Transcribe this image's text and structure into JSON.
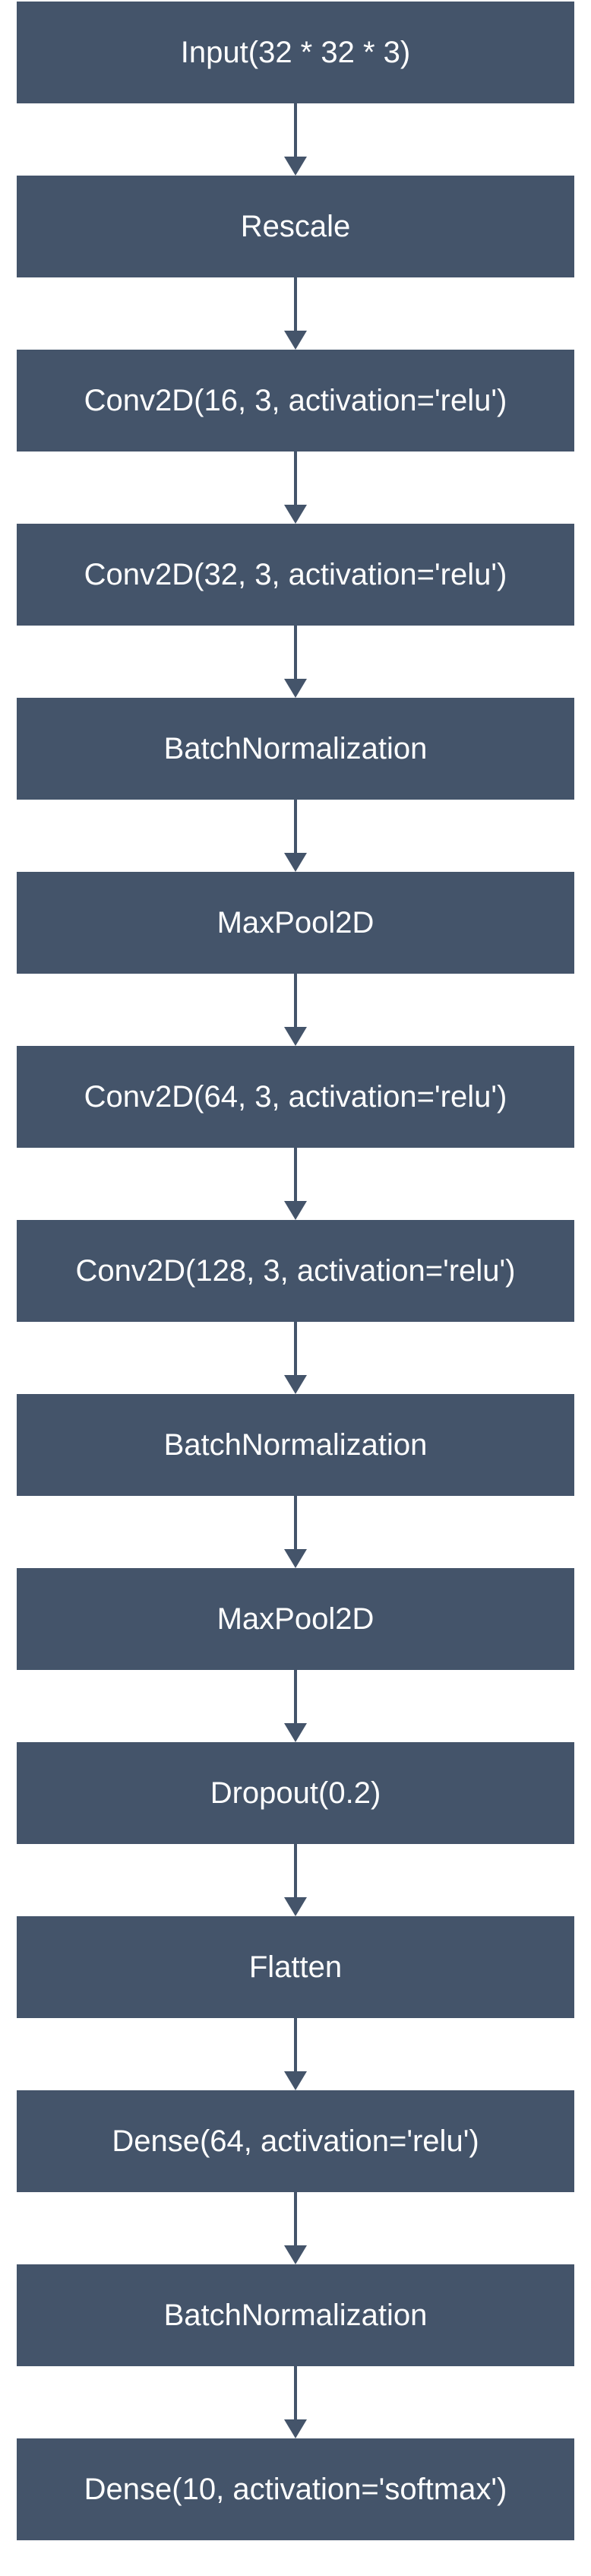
{
  "diagram": {
    "layers": [
      {
        "label": "Input(32 * 32 * 3)"
      },
      {
        "label": "Rescale"
      },
      {
        "label": "Conv2D(16, 3, activation='relu')"
      },
      {
        "label": "Conv2D(32, 3, activation='relu')"
      },
      {
        "label": "BatchNormalization"
      },
      {
        "label": "MaxPool2D"
      },
      {
        "label": "Conv2D(64, 3, activation='relu')"
      },
      {
        "label": "Conv2D(128, 3, activation='relu')"
      },
      {
        "label": "BatchNormalization"
      },
      {
        "label": "MaxPool2D"
      },
      {
        "label": "Dropout(0.2)"
      },
      {
        "label": "Flatten"
      },
      {
        "label": "Dense(64, activation='relu')"
      },
      {
        "label": "BatchNormalization"
      },
      {
        "label": "Dense(10, activation='softmax')"
      }
    ],
    "colors": {
      "box_fill": "#44546a",
      "box_text": "#ffffff",
      "arrow": "#44546a"
    }
  }
}
